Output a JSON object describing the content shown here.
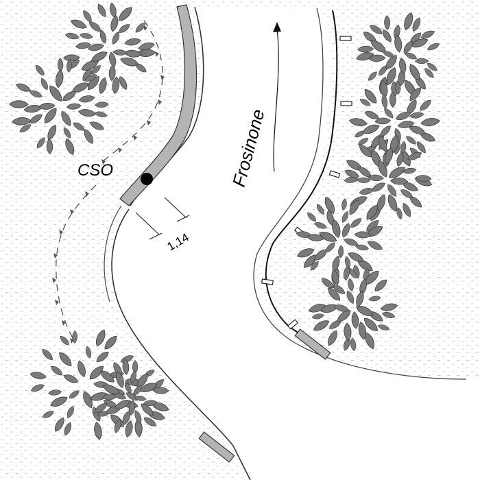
{
  "labels": {
    "overflow": "CSO",
    "river": "Frosinone",
    "distance": "1,14"
  },
  "colors": {
    "tree_fill": "#7a7a7a",
    "wall_fill": "#b4b4b4",
    "grass_dash": "#d4d4d4",
    "line": "#222222",
    "background": "#ffffff"
  },
  "icons": {
    "outlet": "filled-circle",
    "flow": "arrow",
    "tree": "leaf-cluster"
  }
}
